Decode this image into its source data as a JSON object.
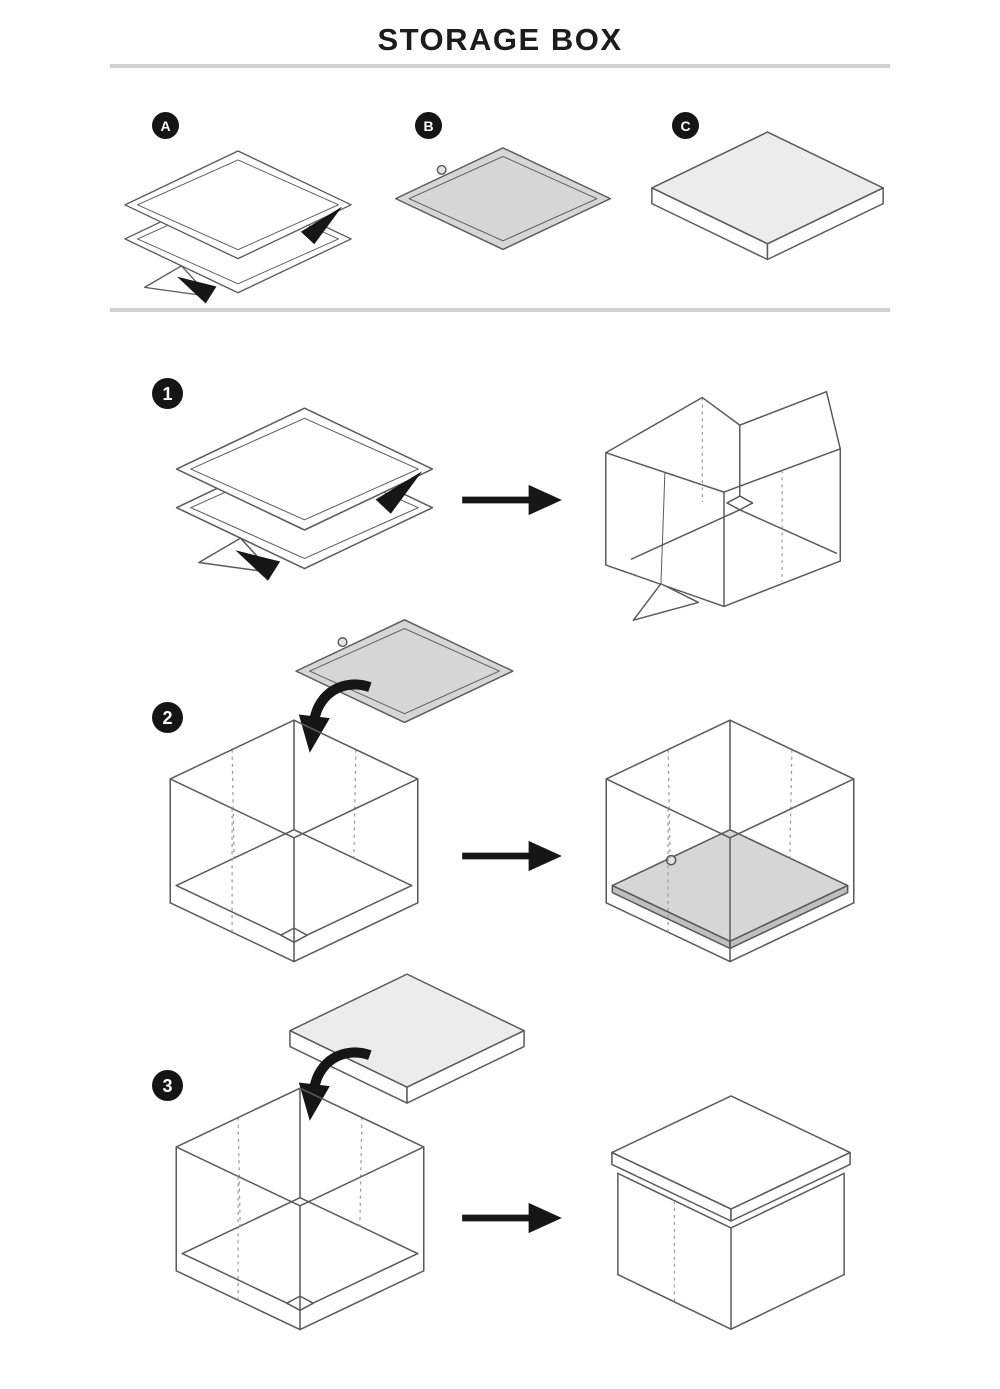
{
  "title": "STORAGE BOX",
  "parts": [
    {
      "label": "A"
    },
    {
      "label": "B"
    },
    {
      "label": "C"
    }
  ],
  "steps": [
    {
      "number": "1"
    },
    {
      "number": "2"
    },
    {
      "number": "3"
    }
  ],
  "colors": {
    "badge": "#151515",
    "line": "#5a5a5a",
    "divider": "#d2d2d2",
    "arrow": "#161616",
    "panel_fill": "#d6d6d6",
    "panel_edge": "#bfbfbf",
    "knob": "#e3e3e3",
    "lid_fill": "#ececec"
  }
}
